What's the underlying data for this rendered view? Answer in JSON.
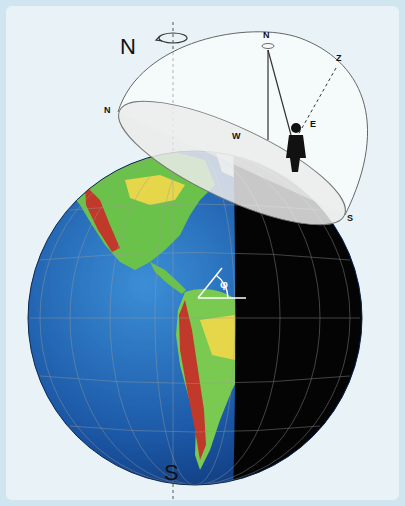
{
  "diagram": {
    "labels": [
      "N",
      "N",
      "Z",
      "N",
      "E",
      "W",
      "S",
      "φ",
      "S"
    ]
  }
}
